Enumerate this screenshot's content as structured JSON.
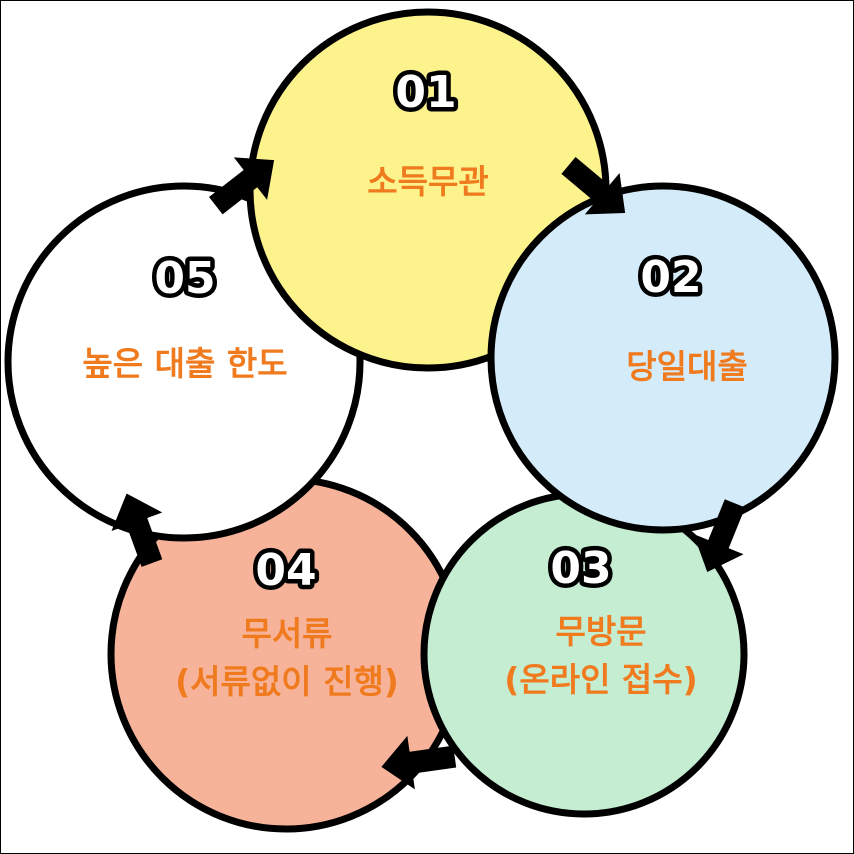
{
  "diagram": {
    "type": "cycle",
    "colors": {
      "outline": "#000000",
      "label_text": "#f07a1e",
      "number_fill": "#ffffff",
      "arrow": "#000000"
    },
    "steps": [
      {
        "number": "01",
        "lines": [
          "소득무관"
        ],
        "color": "#fcf38c"
      },
      {
        "number": "02",
        "lines": [
          "당일대출"
        ],
        "color": "#d4ebfa"
      },
      {
        "number": "03",
        "lines": [
          "무방문",
          "(온라인 접수)"
        ],
        "color": "#c4edd2"
      },
      {
        "number": "04",
        "lines": [
          "무서류",
          "(서류없이 진행)"
        ],
        "color": "#f6b39a"
      },
      {
        "number": "05",
        "lines": [
          "높은 대출 한도"
        ],
        "color": "#ffffff"
      }
    ]
  }
}
